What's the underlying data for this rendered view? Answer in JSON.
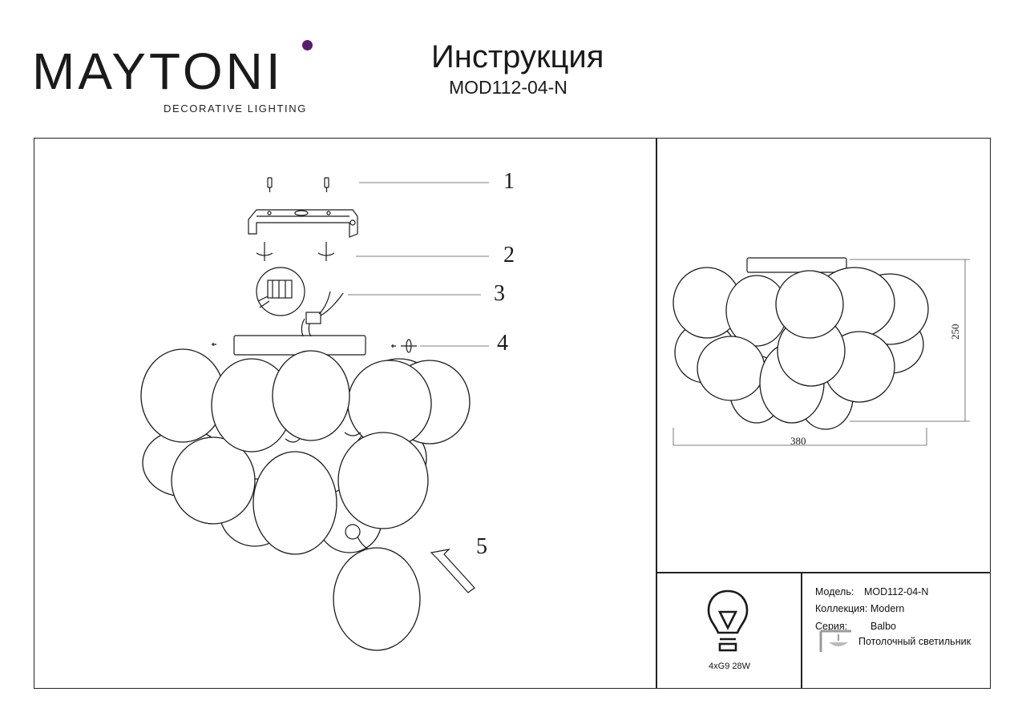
{
  "brand": {
    "name": "MAYTONI",
    "tagline": "DECORATIVE LIGHTING",
    "accent_color": "#5a1d6e"
  },
  "header": {
    "title": "Инструкция",
    "model": "MOD112-04-N"
  },
  "assembly": {
    "steps": [
      "1",
      "2",
      "3",
      "4",
      "5"
    ]
  },
  "dimensions": {
    "width": "380",
    "height": "250"
  },
  "spec": {
    "bulb_icon": "light-bulb-icon",
    "bulb": "4xG9 28W",
    "model_label": "Модель:",
    "model_value": "MOD112-04-N",
    "collection_label": "Коллекция:",
    "collection_value": "Modern",
    "series_label": "Серия:",
    "series_value": "Balbo",
    "type_icon": "ceiling-lamp-icon",
    "type_value": "Потолочный светильник"
  }
}
